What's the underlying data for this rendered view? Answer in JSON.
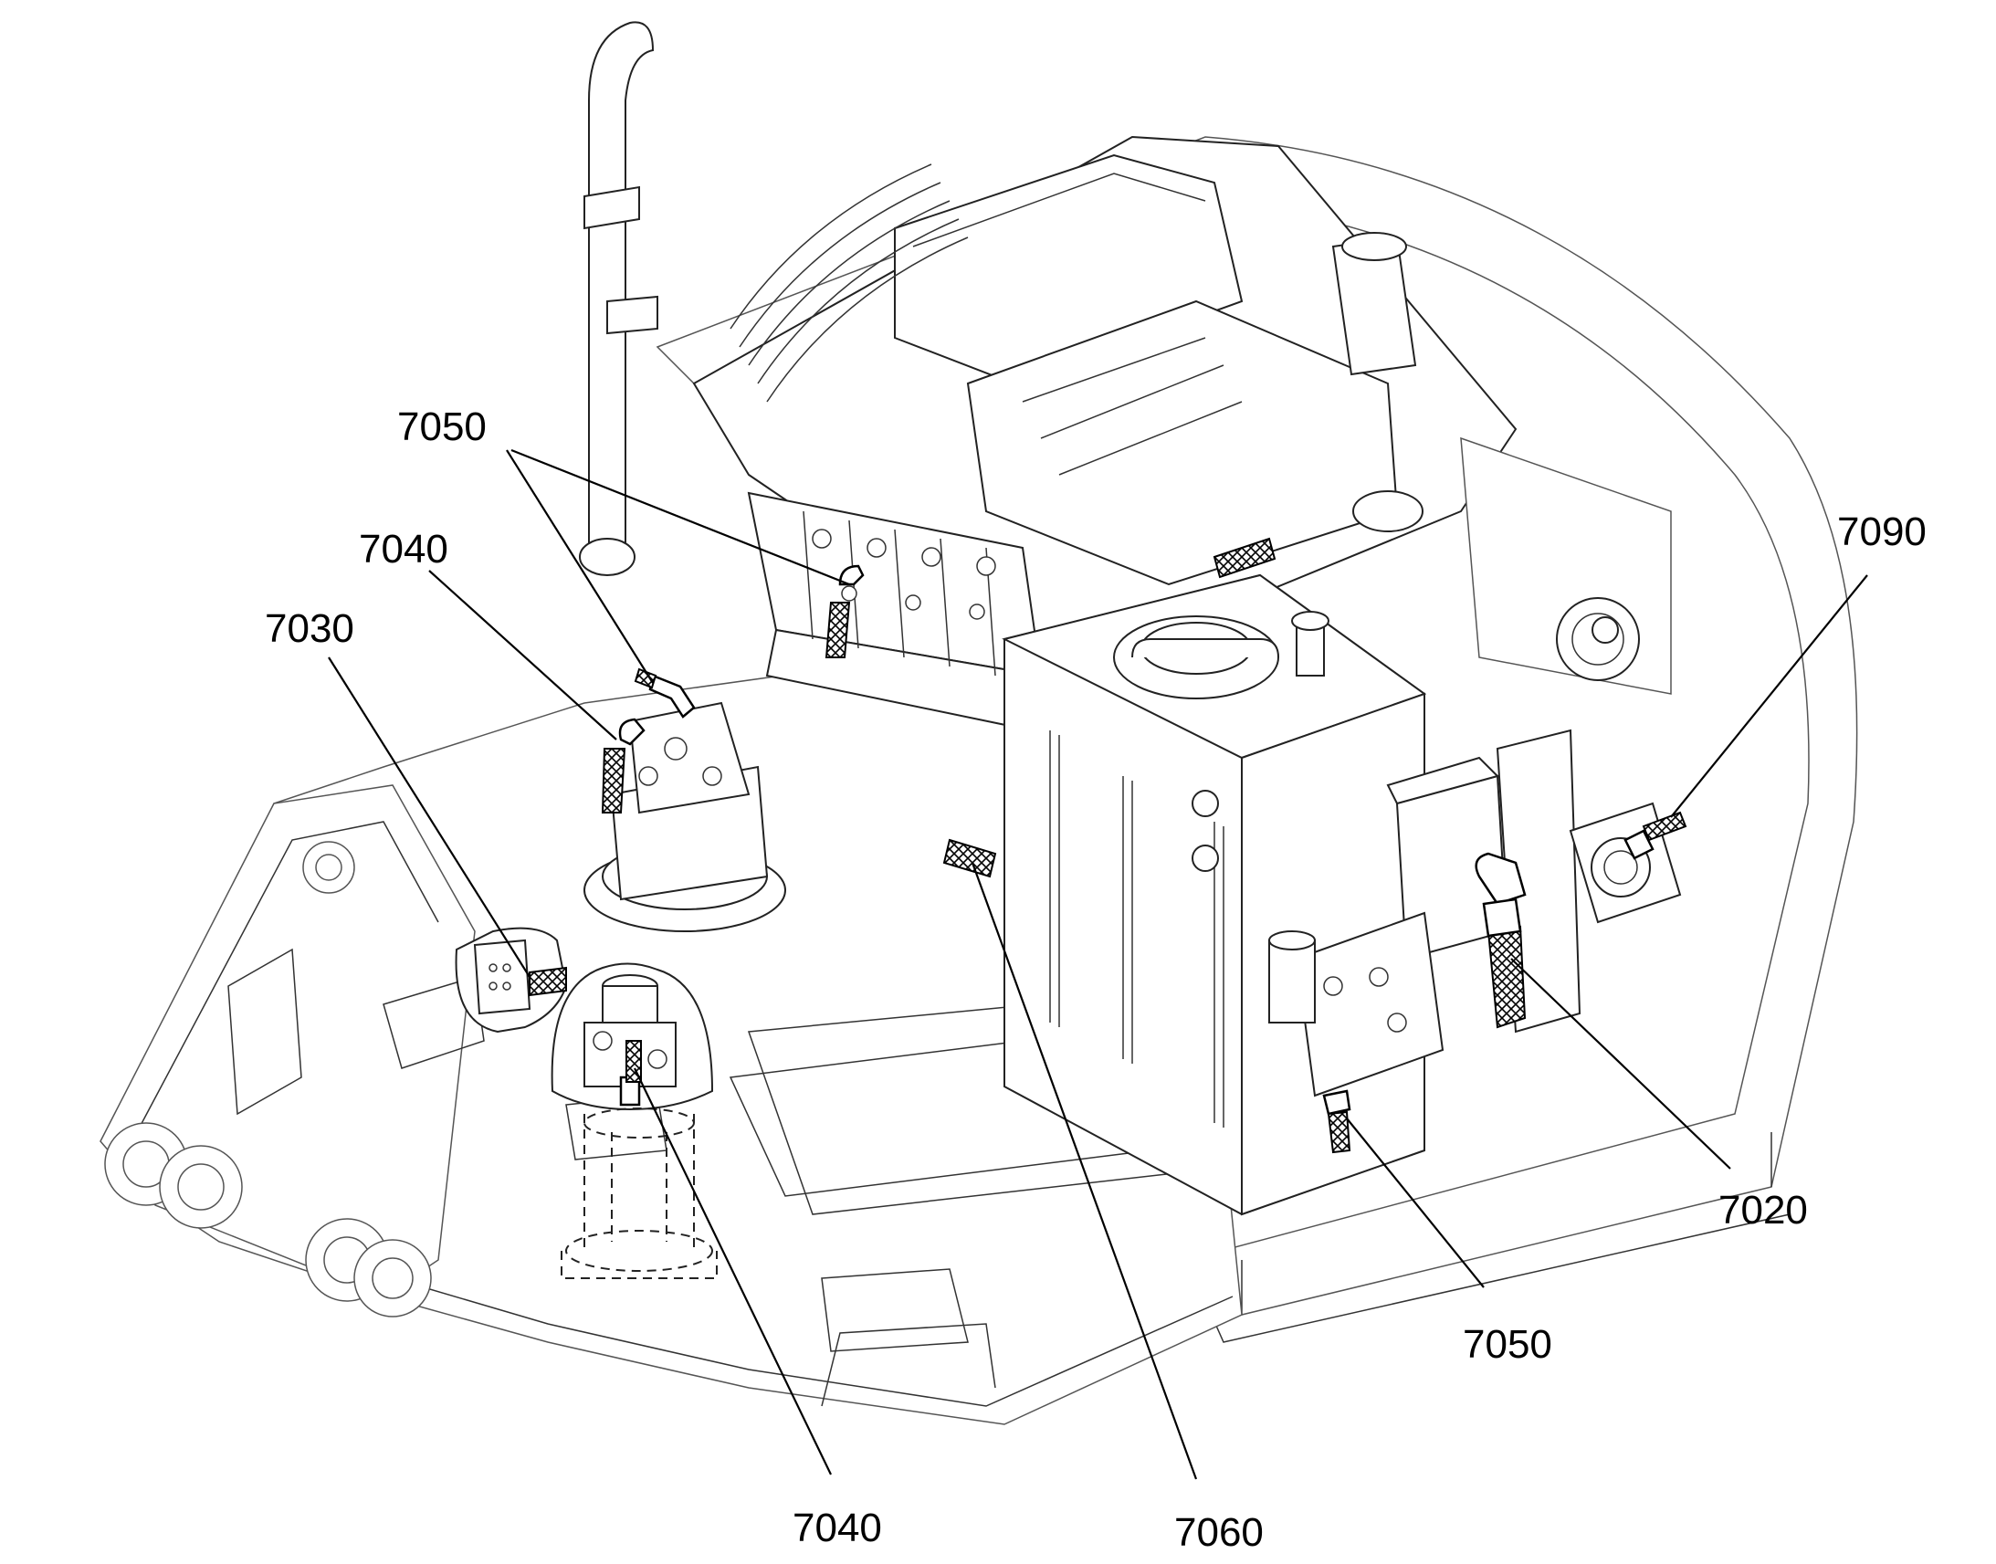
{
  "diagram": {
    "labels": [
      {
        "id": "label-7050-top",
        "text": "7050"
      },
      {
        "id": "label-7040-top",
        "text": "7040"
      },
      {
        "id": "label-7030",
        "text": "7030"
      },
      {
        "id": "label-7090",
        "text": "7090"
      },
      {
        "id": "label-7020",
        "text": "7020"
      },
      {
        "id": "label-7050-bottom",
        "text": "7050"
      },
      {
        "id": "label-7040-bottom",
        "text": "7040"
      },
      {
        "id": "label-7060",
        "text": "7060"
      }
    ]
  }
}
